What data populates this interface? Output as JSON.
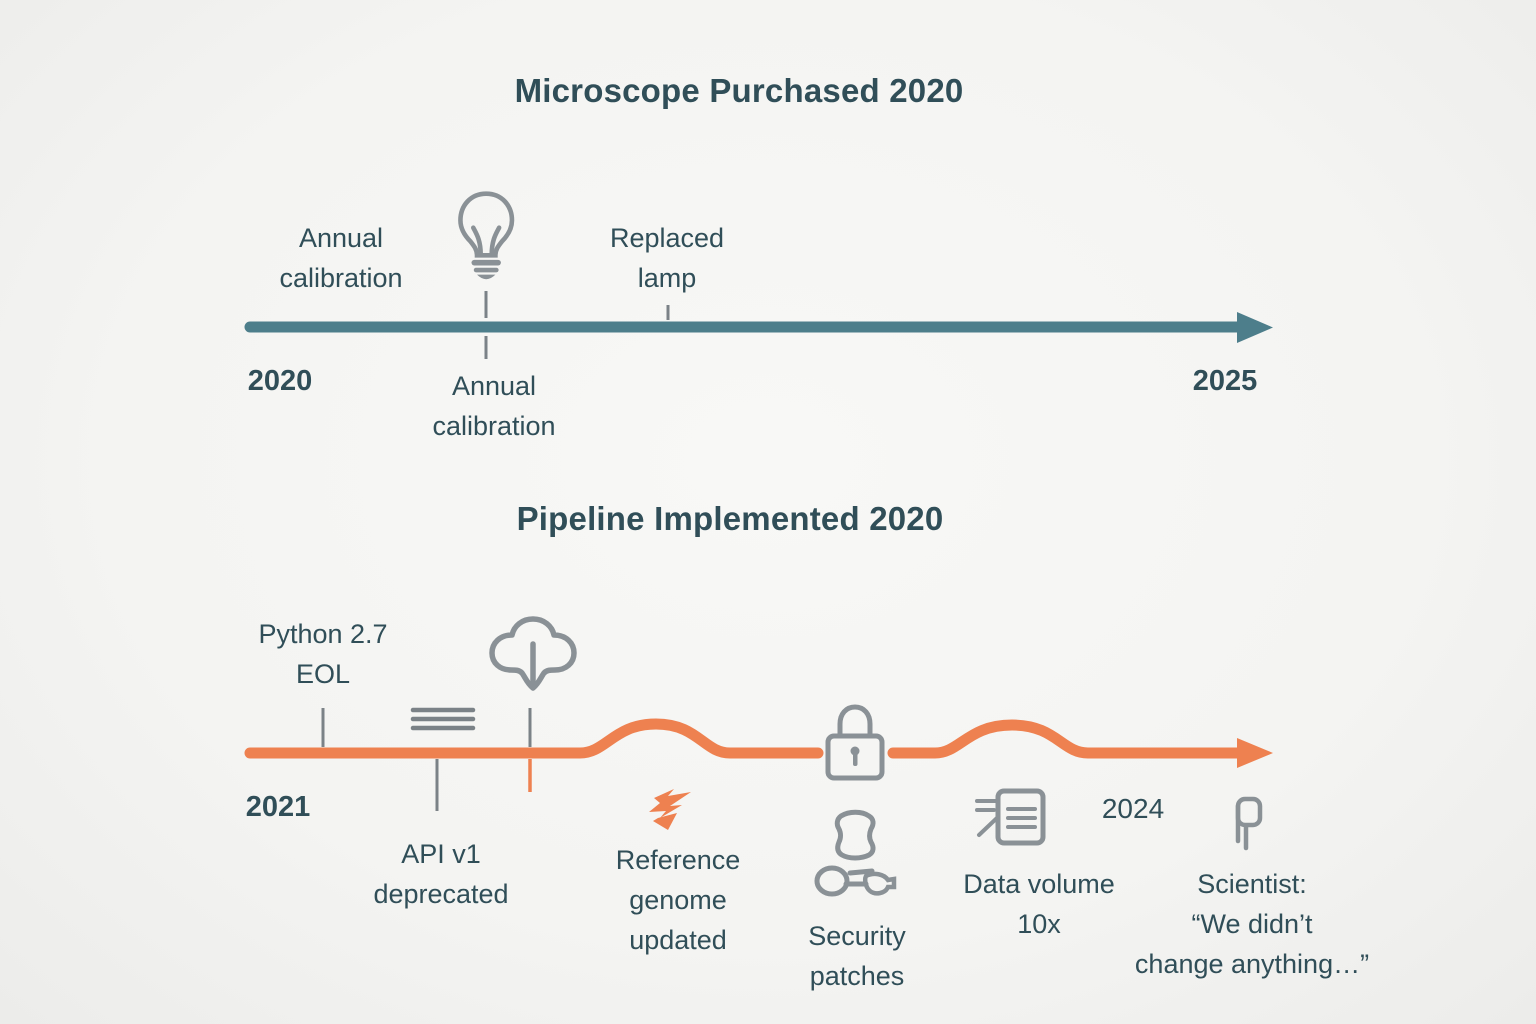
{
  "colors": {
    "background": "#f5f5f3",
    "teal_timeline": "#4d7e8b",
    "orange_timeline": "#ee8150",
    "text": "#304e58",
    "icon_gray": "#8a9196",
    "tick_gray": "#7b8287"
  },
  "microscope_timeline": {
    "title": "Microscope Purchased 2020",
    "year_start": "2020",
    "year_end": "2025",
    "event_annual_calibration_above": "Annual\ncalibration",
    "event_replaced_lamp": "Replaced\nlamp",
    "event_annual_calibration_below": "Annual\ncalibration",
    "icons": [
      "lightbulb-icon"
    ]
  },
  "pipeline_timeline": {
    "title": "Pipeline Implemented 2020",
    "year_start": "2021",
    "year_mid": "2024",
    "event_python_eol": "Python 2.7\nEOL",
    "event_api_v1": "API v1\ndeprecated",
    "event_reference_genome": "Reference\ngenome\nupdated",
    "event_security_patches": "Security\npatches",
    "event_data_volume": "Data volume\n10x",
    "event_scientist_quote": "Scientist:\n“We didn’t\nchange anything…”",
    "icons": [
      "menu-lines-icon",
      "cloud-download-icon",
      "zigzag-arrow-icon",
      "lock-icon",
      "patch-icon",
      "key-icon",
      "data-document-icon",
      "flag-icon"
    ]
  }
}
